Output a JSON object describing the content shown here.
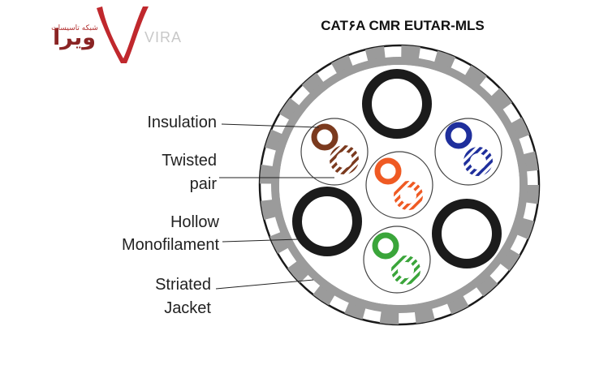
{
  "title": "CAT۶A CMR  EUTAR-MLS",
  "logo": {
    "name": "ویرا",
    "tagline": "شبکه تاسیسات",
    "latin": "VIRA"
  },
  "labels": {
    "insulation": "Insulation",
    "twisted_line1": "Twisted",
    "twisted_line2": "pair",
    "hollow_line1": "Hollow",
    "hollow_line2": "Monofilament",
    "striated_line1": "Striated",
    "striated_line2": "Jacket"
  },
  "colors": {
    "jacket": "#9b9b9b",
    "jacket_dark": "#1a1a1a",
    "monofilament": "#1b1b1b",
    "pair_brown": "#7b3a1e",
    "pair_blue": "#1f2f9c",
    "pair_orange": "#ef5a23",
    "pair_green": "#3aa53a",
    "logo_red": "#c0282d"
  },
  "icons": {
    "logo_mark": "check-v-mark"
  }
}
